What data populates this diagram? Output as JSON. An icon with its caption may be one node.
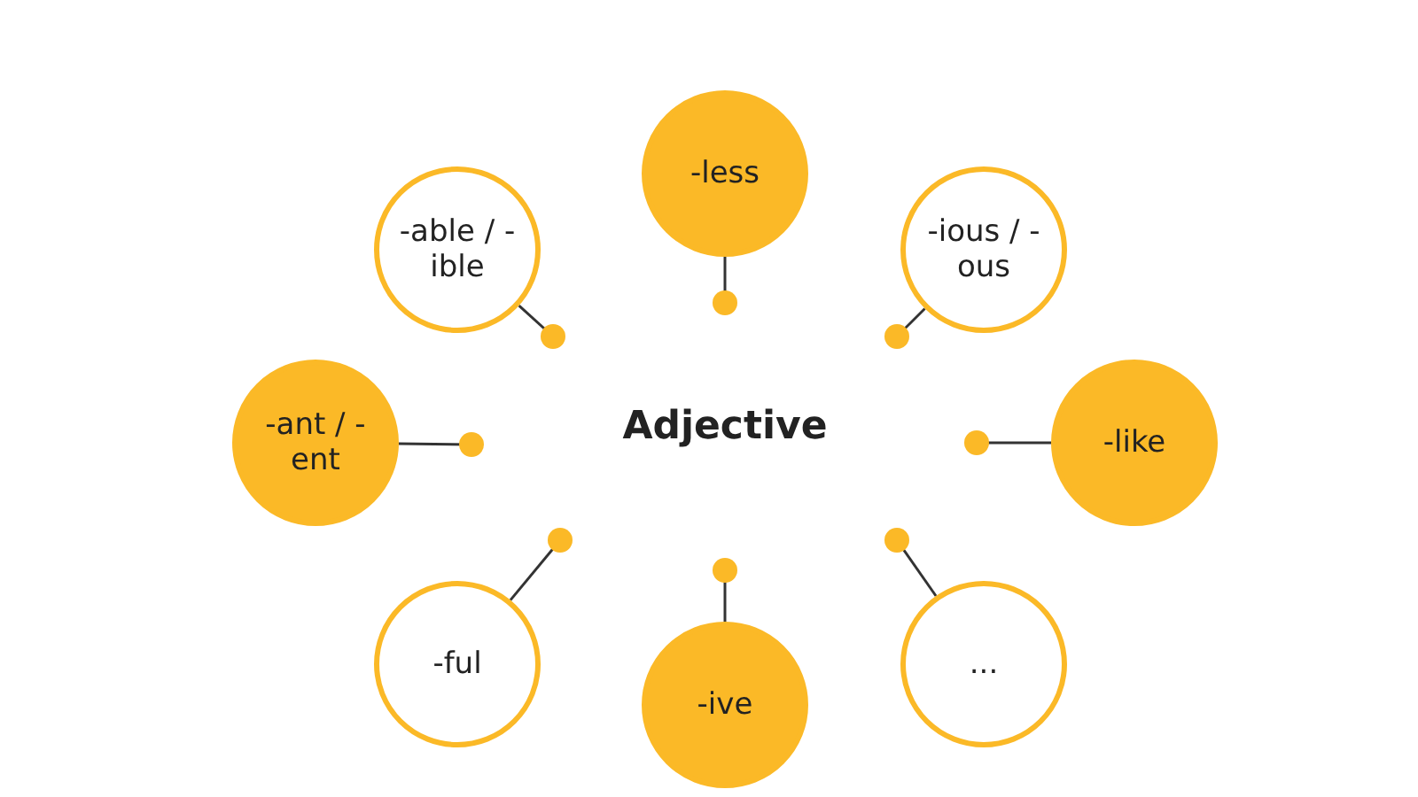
{
  "diagram": {
    "nodes": [
      {
        "text": [
          "-able / - ible"
        ]
      },
      {
        "text": [
          "-less"
        ]
      },
      {
        "text": [
          "-ious / - ous"
        ]
      },
      {
        "text": [
          "-ant / - ent"
        ]
      },
      {
        "text": [
          "Adjective"
        ]
      },
      {
        "text": [
          "-like"
        ]
      },
      {
        "text": [
          "-ful"
        ]
      },
      {
        "text": [
          "-ive"
        ]
      },
      {
        "text": [
          "..."
        ]
      }
    ],
    "edges": [
      {
        "from": 0,
        "to": null,
        "arrow": "other"
      },
      {
        "from": 1,
        "to": null,
        "arrow": "other"
      },
      {
        "from": 2,
        "to": null,
        "arrow": "other"
      },
      {
        "from": 3,
        "to": null,
        "arrow": "other"
      },
      {
        "from": 5,
        "to": null,
        "arrow": "other"
      },
      {
        "from": 6,
        "to": null,
        "arrow": "other"
      },
      {
        "from": 7,
        "to": null,
        "arrow": "other"
      },
      {
        "from": 8,
        "to": null,
        "arrow": "other"
      }
    ]
  }
}
